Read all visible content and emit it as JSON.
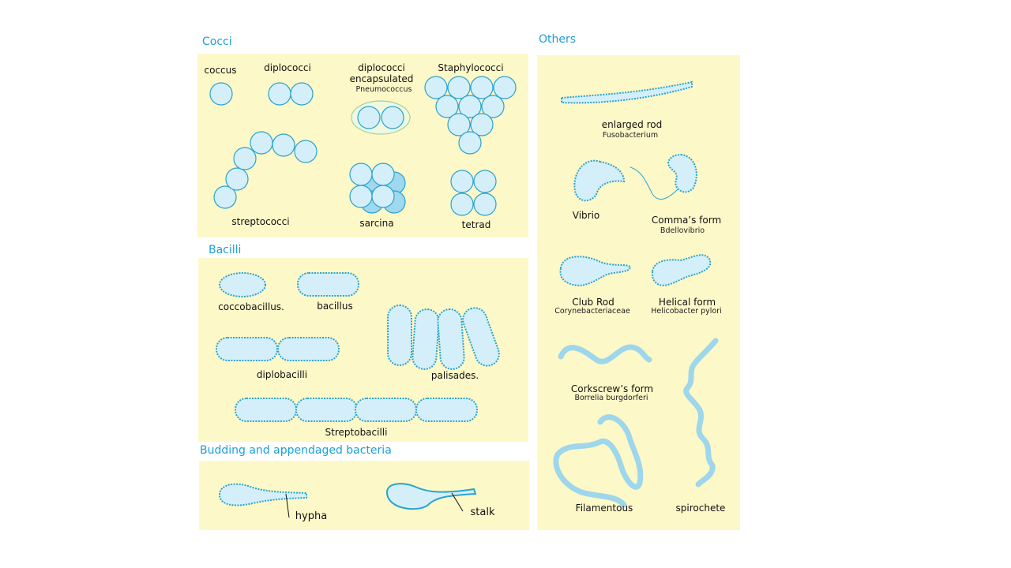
{
  "sections": {
    "cocci": "Cocci",
    "others": "Others",
    "bacilli": "Bacilli",
    "budding": "Budding and appendaged bacteria"
  },
  "cocci": {
    "coccus": "coccus",
    "diplococci": "diplococci",
    "diplococci_encapsulated": "diplococci encapsulated",
    "pneumococcus": "Pneumococcus",
    "staphylococci": "Staphylococci",
    "streptococci": "streptococci",
    "sarcina": "sarcina",
    "tetrad": "tetrad"
  },
  "bacilli": {
    "coccobacillus": "coccobacillus.",
    "bacillus": "bacillus",
    "diplobacilli": "diplobacilli",
    "palisades": "palisades.",
    "streptobacilli": "Streptobacilli"
  },
  "budding": {
    "hypha": "hypha",
    "stalk": "stalk"
  },
  "others": {
    "enlarged_rod": "enlarged rod",
    "fusobacterium": "Fusobacterium",
    "vibrio": "Vibrio",
    "commas_form": "Comma’s form",
    "bdellovibrio": "Bdellovibrio",
    "club_rod": "Club Rod",
    "corynebacteriaceae": "Corynebacteriaceae",
    "helical_form": "Helical form",
    "helicobacter": "Helicobacter pylori",
    "corkscrew": "Corkscrew’s form",
    "borrelia": "Borrelia burgdorferi",
    "filamentous": "Filamentous",
    "spirochete": "spirochete"
  },
  "colors": {
    "panel": "#fdf8c8",
    "title": "#1a9fd9",
    "cell_fill": "#d4effa",
    "cell_stroke": "#2aa3cc"
  }
}
